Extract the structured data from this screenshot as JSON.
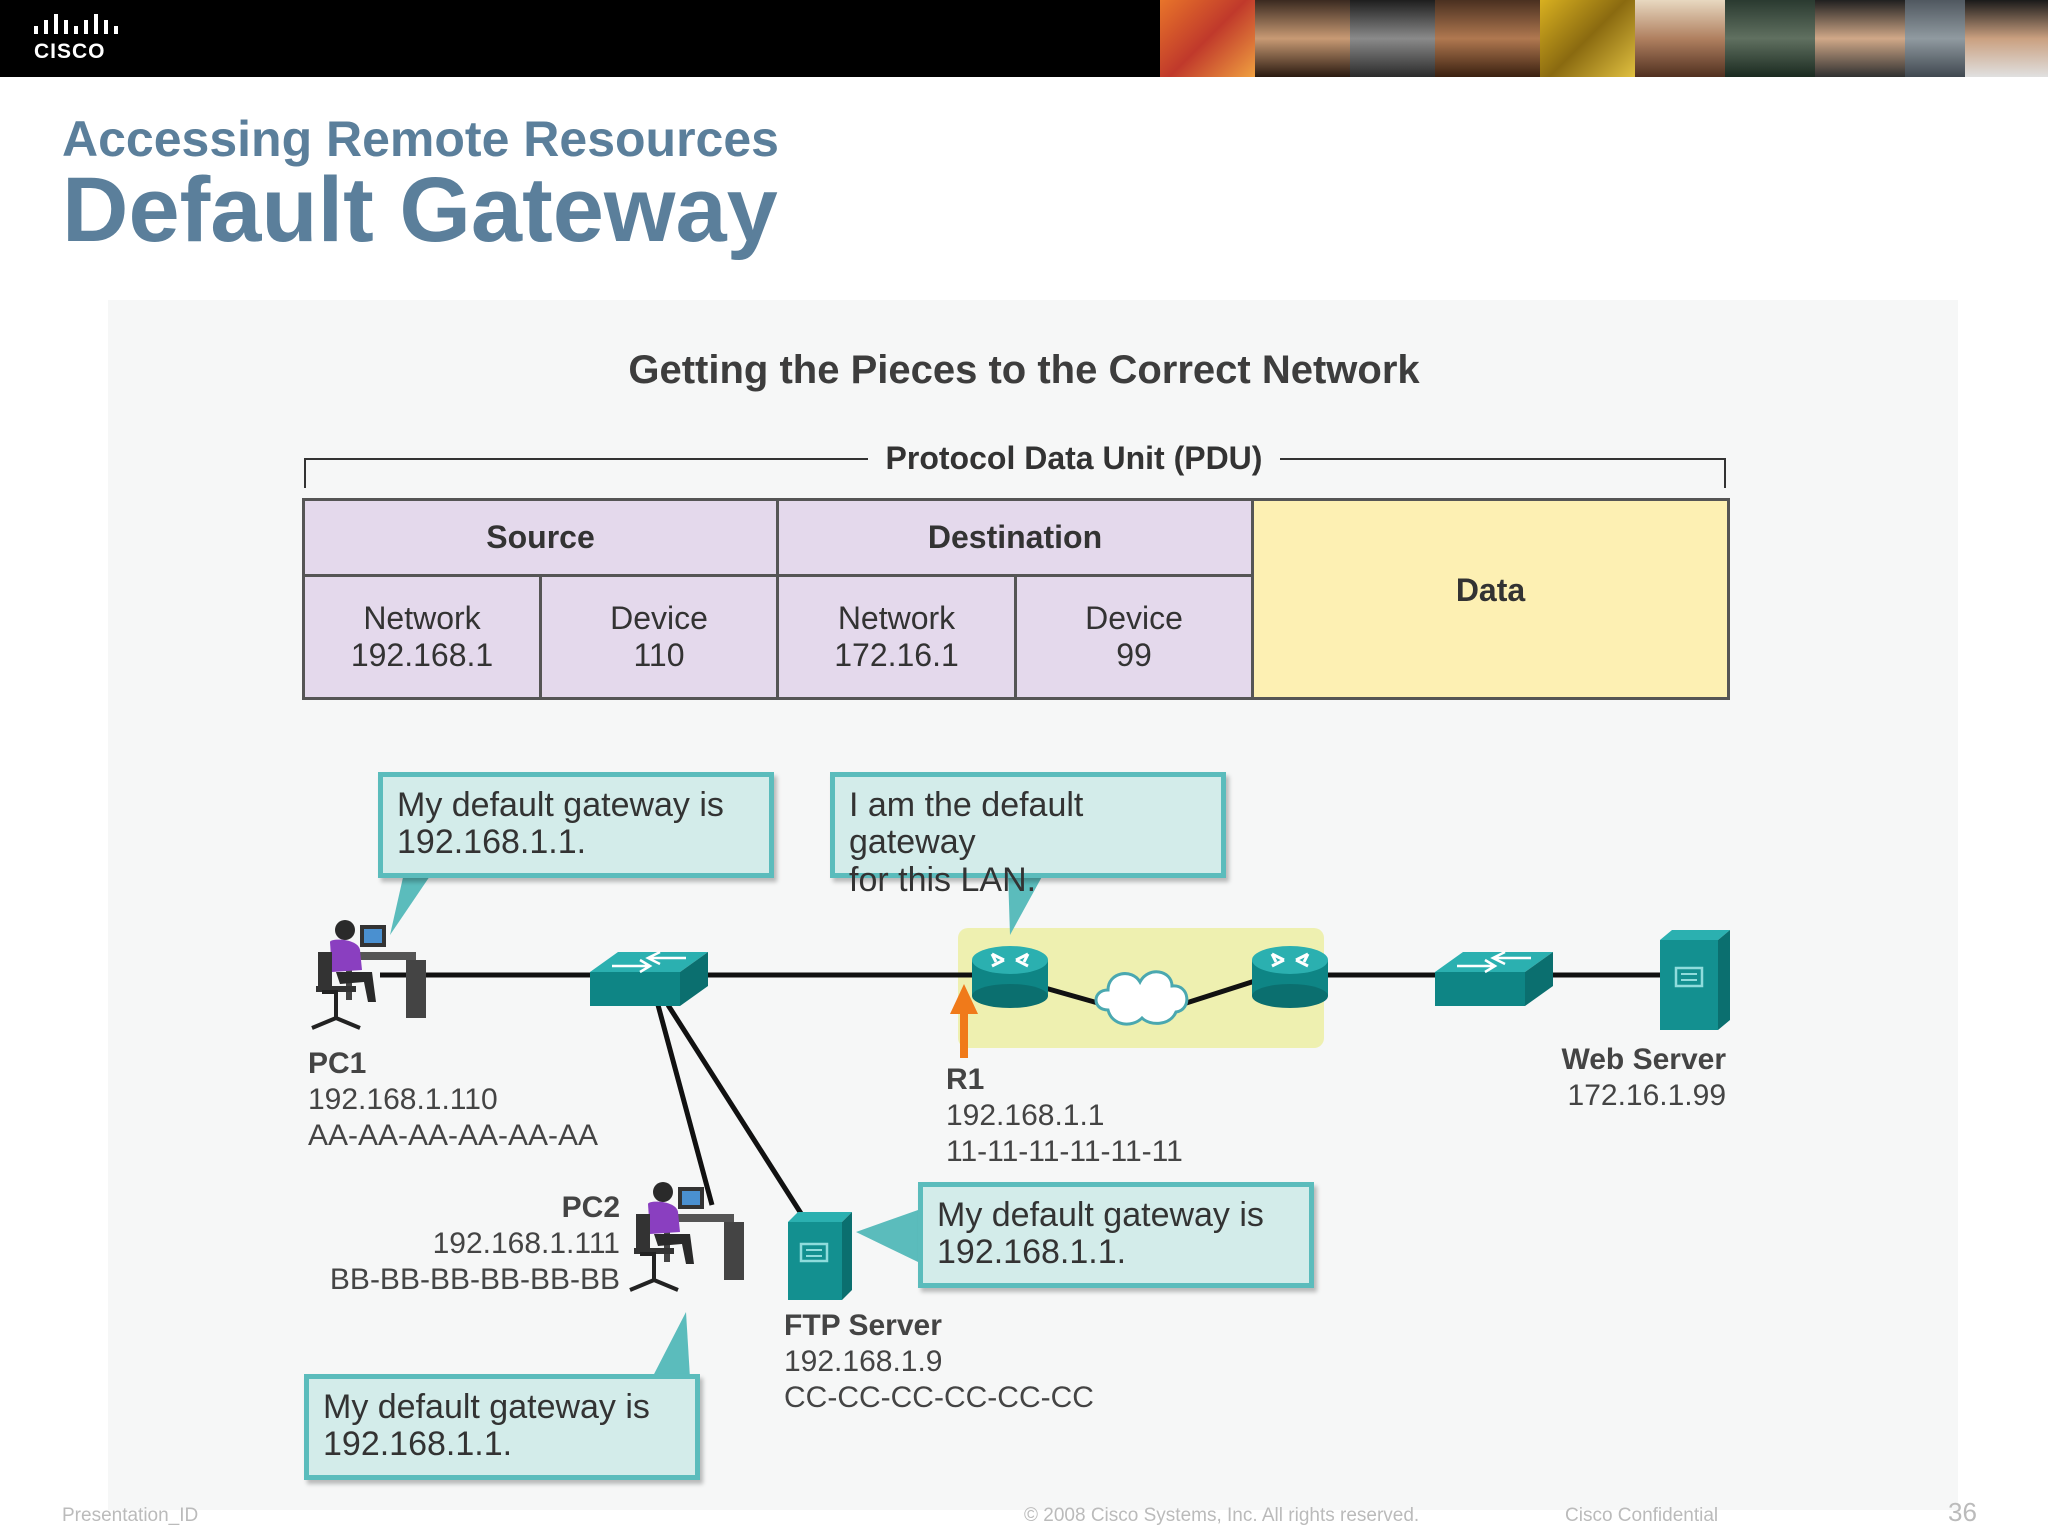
{
  "header": {
    "logo_text": "CISCO",
    "subtitle": "Accessing Remote Resources",
    "title": "Default Gateway"
  },
  "diagram": {
    "title": "Getting the Pieces to the Correct Network",
    "pdu_label": "Protocol Data Unit (PDU)",
    "pdu": {
      "source_header": "Source",
      "destination_header": "Destination",
      "data_label": "Data",
      "source_network_label": "Network",
      "source_network_value": "192.168.1",
      "source_device_label": "Device",
      "source_device_value": "110",
      "dest_network_label": "Network",
      "dest_network_value": "172.16.1",
      "dest_device_label": "Device",
      "dest_device_value": "99"
    },
    "bubbles": {
      "pc1_line1": "My default gateway is",
      "pc1_line2": "192.168.1.1.",
      "r1_line1": "I am the default gateway",
      "r1_line2": "for this LAN.",
      "ftp_line1": "My default gateway is",
      "ftp_line2": "192.168.1.1.",
      "pc2_line1": "My default gateway is",
      "pc2_line2": "192.168.1.1."
    },
    "devices": {
      "pc1_name": "PC1",
      "pc1_ip": "192.168.1.110",
      "pc1_mac": "AA-AA-AA-AA-AA-AA",
      "pc2_name": "PC2",
      "pc2_ip": "192.168.1.111",
      "pc2_mac": "BB-BB-BB-BB-BB-BB",
      "r1_name": "R1",
      "r1_ip": "192.168.1.1",
      "r1_mac": "11-11-11-11-11-11",
      "web_name": "Web Server",
      "web_ip": "172.16.1.99",
      "ftp_name": "FTP Server",
      "ftp_ip": "192.168.1.9",
      "ftp_mac": "CC-CC-CC-CC-CC-CC"
    }
  },
  "footer": {
    "presentation_id": "Presentation_ID",
    "copyright": "© 2008 Cisco Systems, Inc. All rights reserved.",
    "confidential": "Cisco Confidential",
    "page_number": "36"
  },
  "colors": {
    "title_blue": "#5b7f9b",
    "pdu_purple": "#e4d9ec",
    "pdu_yellow": "#fdf0b3",
    "bubble_fill": "#d3ecea",
    "bubble_border": "#5bbcbc",
    "device_teal": "#139090",
    "router_zone": "#eef0b0",
    "arrow_orange": "#f07a1a"
  },
  "icons": [
    "cisco-logo",
    "pc-user-icon",
    "switch-icon",
    "router-icon",
    "cloud-icon",
    "server-icon",
    "arrow-up-icon"
  ]
}
